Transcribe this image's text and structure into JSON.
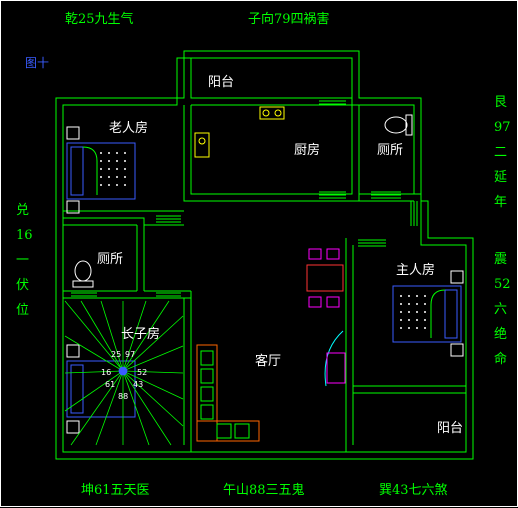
{
  "compass": {
    "top_left": "乾25九生气",
    "top_center": "子向79四祸害",
    "left_chars": [
      "兑",
      "16",
      "一",
      "伏",
      "位"
    ],
    "right_top_chars": [
      "艮",
      "97",
      "二",
      "延",
      "年"
    ],
    "right_mid_chars": [
      "震",
      "52",
      "六",
      "绝",
      "命"
    ],
    "bottom_left": "坤61五天医",
    "bottom_center": "午山88三五鬼",
    "bottom_right": "巽43七六煞"
  },
  "figure_label": "图十",
  "rooms": {
    "balcony_top": "阳台",
    "elder_room": "老人房",
    "kitchen": "厨房",
    "toilet_right": "厕所",
    "toilet_left": "厕所",
    "master_room": "主人房",
    "eldest_son_room": "长子房",
    "living_room": "客厅",
    "balcony_bottom": "阳台"
  },
  "compass_center_numbers": [
    "25",
    "97",
    "16",
    "52",
    "61",
    "43",
    "88"
  ]
}
